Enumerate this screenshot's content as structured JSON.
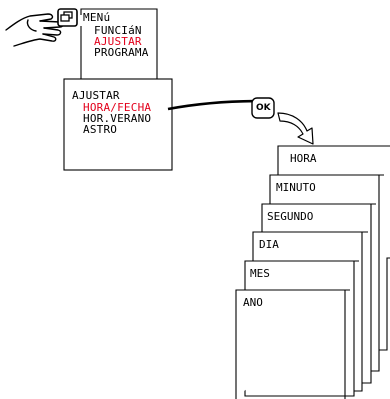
{
  "menu_panel": {
    "title": "MENú",
    "items": [
      "FUNCIáN",
      "AJUSTAR",
      "PROGRAMA"
    ],
    "selected_index": 1
  },
  "submenu_panel": {
    "title": "AJUSTAR",
    "items": [
      "HORA/FECHA",
      "HOR.VERANO",
      "ASTRO"
    ],
    "selected_index": 0
  },
  "ok_button": {
    "label": "OK"
  },
  "cards": [
    "HORA",
    "MINUTO",
    "SEGUNDO",
    "DIA",
    "MES",
    "ANO"
  ],
  "colors": {
    "highlight": "#e3001b",
    "line": "#000000"
  },
  "icons": {
    "hand": "pointing-hand-icon",
    "menu_key": "menu-key-icon",
    "arrow": "curved-arrow-icon"
  }
}
